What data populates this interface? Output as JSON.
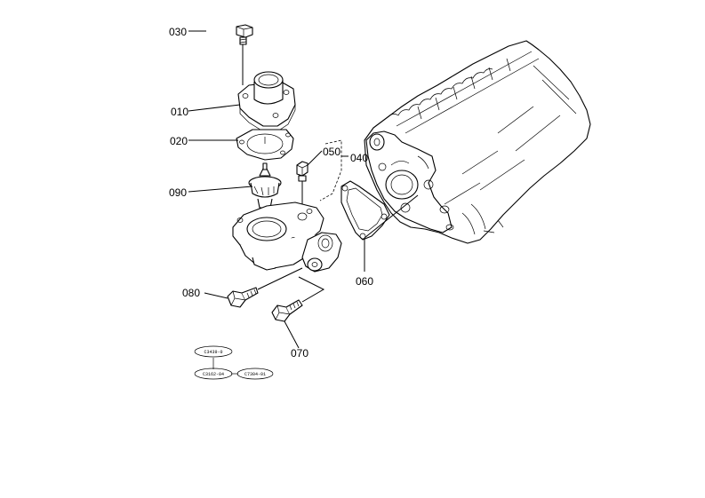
{
  "parts": {
    "p010": "010",
    "p020": "020",
    "p030": "030",
    "p040": "040",
    "p050": "050",
    "p060": "060",
    "p070": "070",
    "p080": "080",
    "p090": "090"
  },
  "codes": {
    "top": "C3439-0",
    "left": "C3162-04",
    "right": "C7304-01"
  }
}
